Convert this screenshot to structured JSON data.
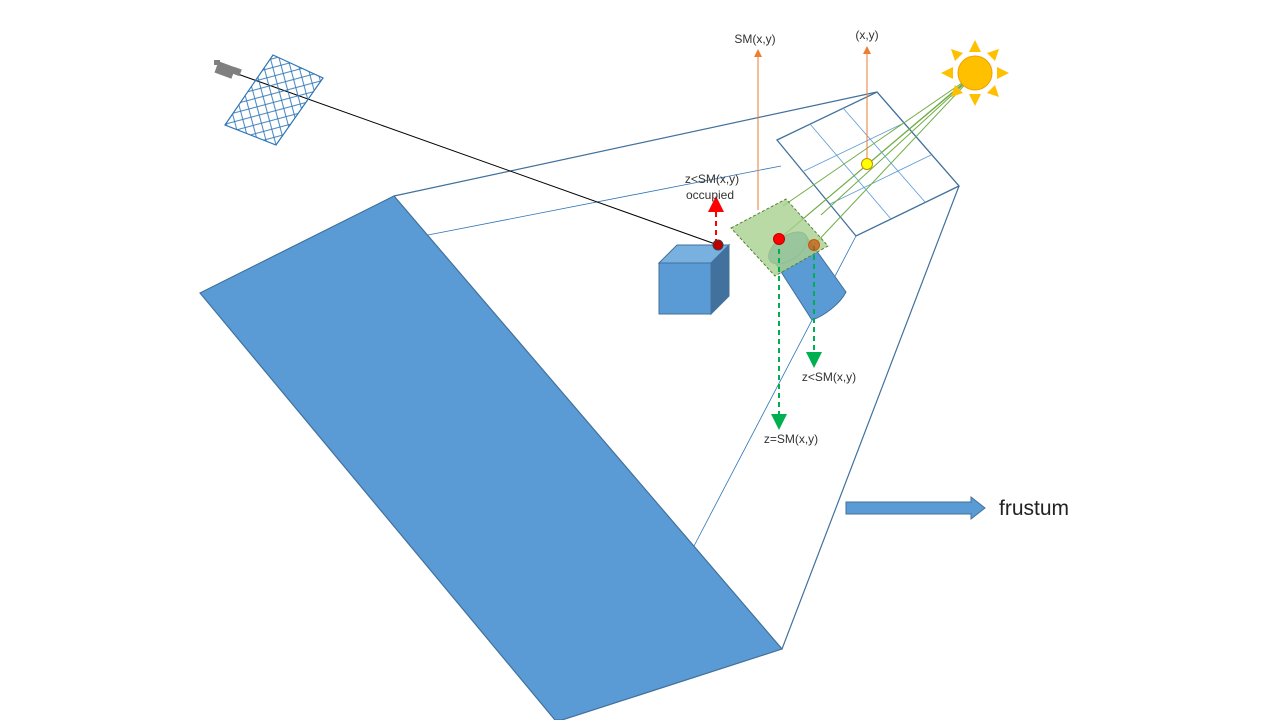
{
  "labels": {
    "sm_up": "SM(x,y)",
    "xy_up": "(x,y)",
    "occ_line1": "z<SM(x,y)",
    "occ_line2": "occupied",
    "z_lt": "z<SM(x,y)",
    "z_eq": "z=SM(x,y)",
    "legend": "frustum"
  },
  "colors": {
    "blue_fill": "#5b9bd5",
    "blue_line": "#41719c",
    "grid_blue": "#2e75b6",
    "green_fill": "#a9d18e",
    "green_ray": "#70ad47",
    "green_dash": "#00b050",
    "red_dash": "#ff0000",
    "orange_line": "#ed7d31",
    "sun": "#ffc000",
    "camera": "#808080"
  },
  "icons": {
    "light": "sun-icon",
    "viewer": "camera-icon"
  }
}
